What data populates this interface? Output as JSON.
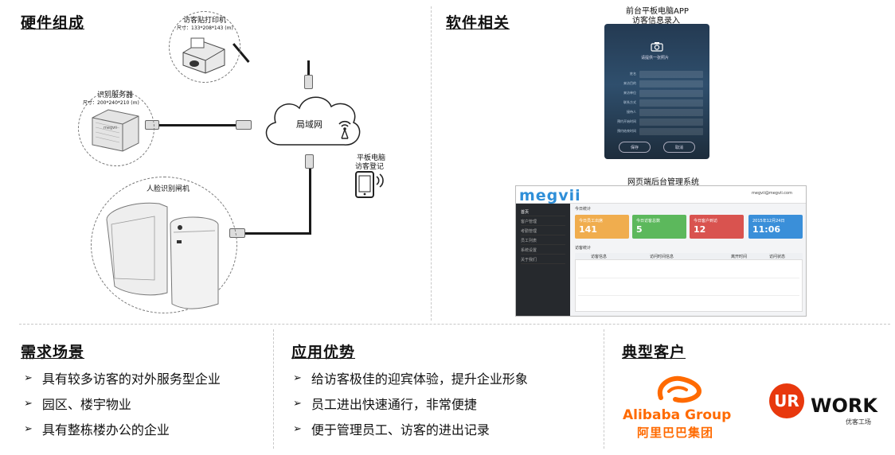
{
  "hardware": {
    "title": "硬件组成",
    "printer_label": "访客贴打印机",
    "printer_size": "尺寸：133*208*143 (m)",
    "server_label": "识别服务器",
    "server_size": "尺寸：200*240*210 (m)",
    "lan_label": "局域网",
    "tablet_label_1": "平板电脑",
    "tablet_label_2": "访客登记",
    "gate_label": "人脸识别闸机",
    "server_logo": "megvii"
  },
  "software": {
    "title": "软件相关",
    "tablet_caption_1": "前台平板电脑APP",
    "tablet_caption_2": "访客信息录入",
    "tablet_screen_title": "请提供一张照片",
    "tablet_fields": [
      "姓名",
      "来访目的",
      "来访单位",
      "联系方式",
      "接待人",
      "预约开始时间",
      "预约结束时间"
    ],
    "tablet_buttons": [
      "保存",
      "取消"
    ],
    "web_caption": "网页端后台管理系统",
    "dashboard": {
      "logo": "megvii",
      "user": "megvii@megvii.com",
      "section": "今日统计",
      "menu": [
        "首页",
        "客户管理",
        "考勤管理",
        "员工列表",
        "系统设置",
        "关于我们"
      ],
      "cards": [
        {
          "label": "今日员工出席",
          "value": "141",
          "color": "#f0ad4e"
        },
        {
          "label": "今日访客总数",
          "value": "5",
          "color": "#5cb85c"
        },
        {
          "label": "今日客户到访",
          "value": "12",
          "color": "#d9534f"
        },
        {
          "label": "2015年12月24日",
          "value": "11:06",
          "color": "#3a8fd9"
        }
      ],
      "table_title": "访客统计",
      "table_headers": [
        "访客信息",
        "访问时间信息",
        "离开时间",
        "访问状态"
      ]
    }
  },
  "scenes": {
    "title": "需求场景",
    "items": [
      "具有较多访客的对外服务型企业",
      "园区、楼宇物业",
      "具有整栋楼办公的企业"
    ]
  },
  "advantages": {
    "title": "应用优势",
    "items": [
      "给访客极佳的迎宾体验，提升企业形象",
      "员工进出快速通行，非常便捷",
      "便于管理员工、访客的进出记录"
    ]
  },
  "customers": {
    "title": "典型客户",
    "alibaba_en": "Alibaba Group",
    "alibaba_cn": "阿里巴巴集团",
    "urwork_mark": "UR",
    "urwork_en": "WORK",
    "urwork_cn": "优客工场",
    "colors": {
      "alibaba": "#ff6a00",
      "urwork": "#e8380d"
    }
  }
}
